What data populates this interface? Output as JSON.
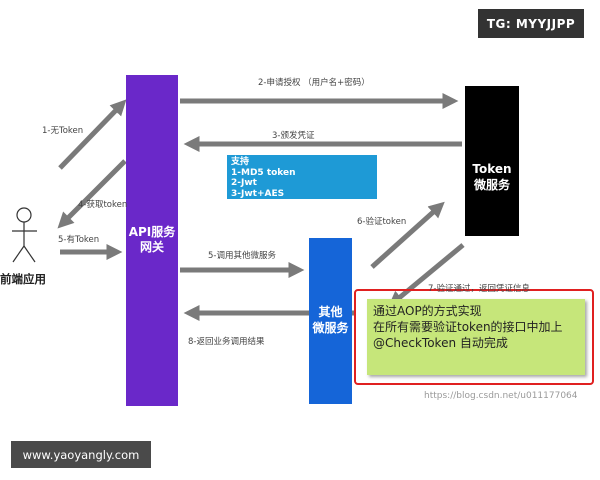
{
  "watermark_top": "TG: MYYJJPP",
  "watermark_bottom": "www.yaoyangly.com",
  "watermark_blog": "https://blog.csdn.net/u011177064",
  "nodes": {
    "gateway": [
      "API服务",
      "网关"
    ],
    "token_service": [
      "Token",
      "微服务"
    ],
    "other_service": [
      "其他",
      "微服务"
    ],
    "user": "前端应用"
  },
  "support_box": [
    "支持",
    "1-MD5 token",
    "2-Jwt",
    "3-Jwt+AES"
  ],
  "aop_note": [
    "通过AOP的方式实现",
    "在所有需要验证token的接口中加上",
    "@CheckToken 自动完成"
  ],
  "arrows": {
    "a1": "1-无Token",
    "a2": "2-申请授权   （用户名+密码）",
    "a3": "3-颁发凭证",
    "a4": "4-获取token",
    "a5": "5-有Token",
    "a5b": "5-调用其他微服务",
    "a6": "6-验证token",
    "a7": "7-验证通过，返回凭证信息",
    "a8": "8-返回业务调用结果"
  },
  "colors": {
    "gateway": "#6a28c9",
    "token_service": "#000000",
    "other_service": "#1565d8",
    "support": "#1e9ad6",
    "aop_fill": "#c6e67a",
    "aop_border": "#e02020",
    "arrow": "#7a7a7a"
  }
}
